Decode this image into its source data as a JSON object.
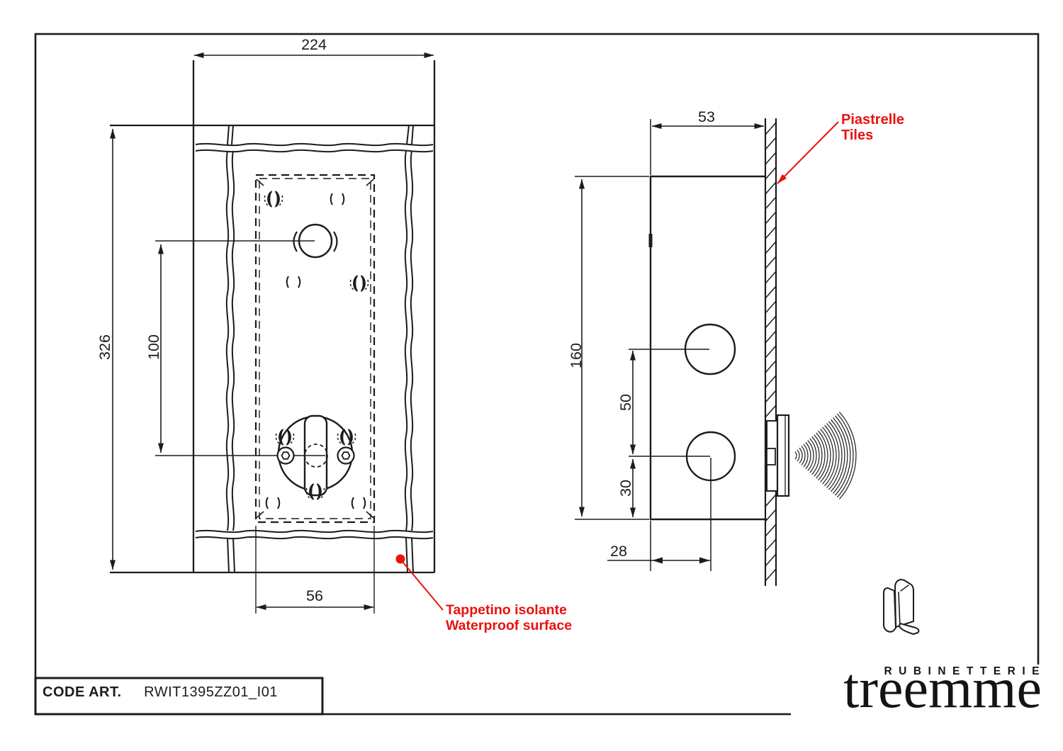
{
  "colors": {
    "ink": "#1c1c1c",
    "red": "#e8120d"
  },
  "front_view": {
    "dim_width": "224",
    "dim_height": "326",
    "dim_hole_spacing": "100",
    "dim_mat_width": "56"
  },
  "side_view": {
    "dim_depth": "53",
    "dim_height": "160",
    "dim_hole_spacing": "50",
    "dim_bottom_offset": "30",
    "dim_wall_offset": "28"
  },
  "annotations": {
    "tiles_line1": "Piastrelle",
    "tiles_line2": "Tiles",
    "mat_line1": "Tappetino isolante",
    "mat_line2": "Waterproof surface"
  },
  "title_block": {
    "code_label": "CODE ART.",
    "code_value": "RWIT1395ZZ01_I01"
  },
  "brand": {
    "tagline": "RUBINETTERIE",
    "name": "treemme"
  }
}
